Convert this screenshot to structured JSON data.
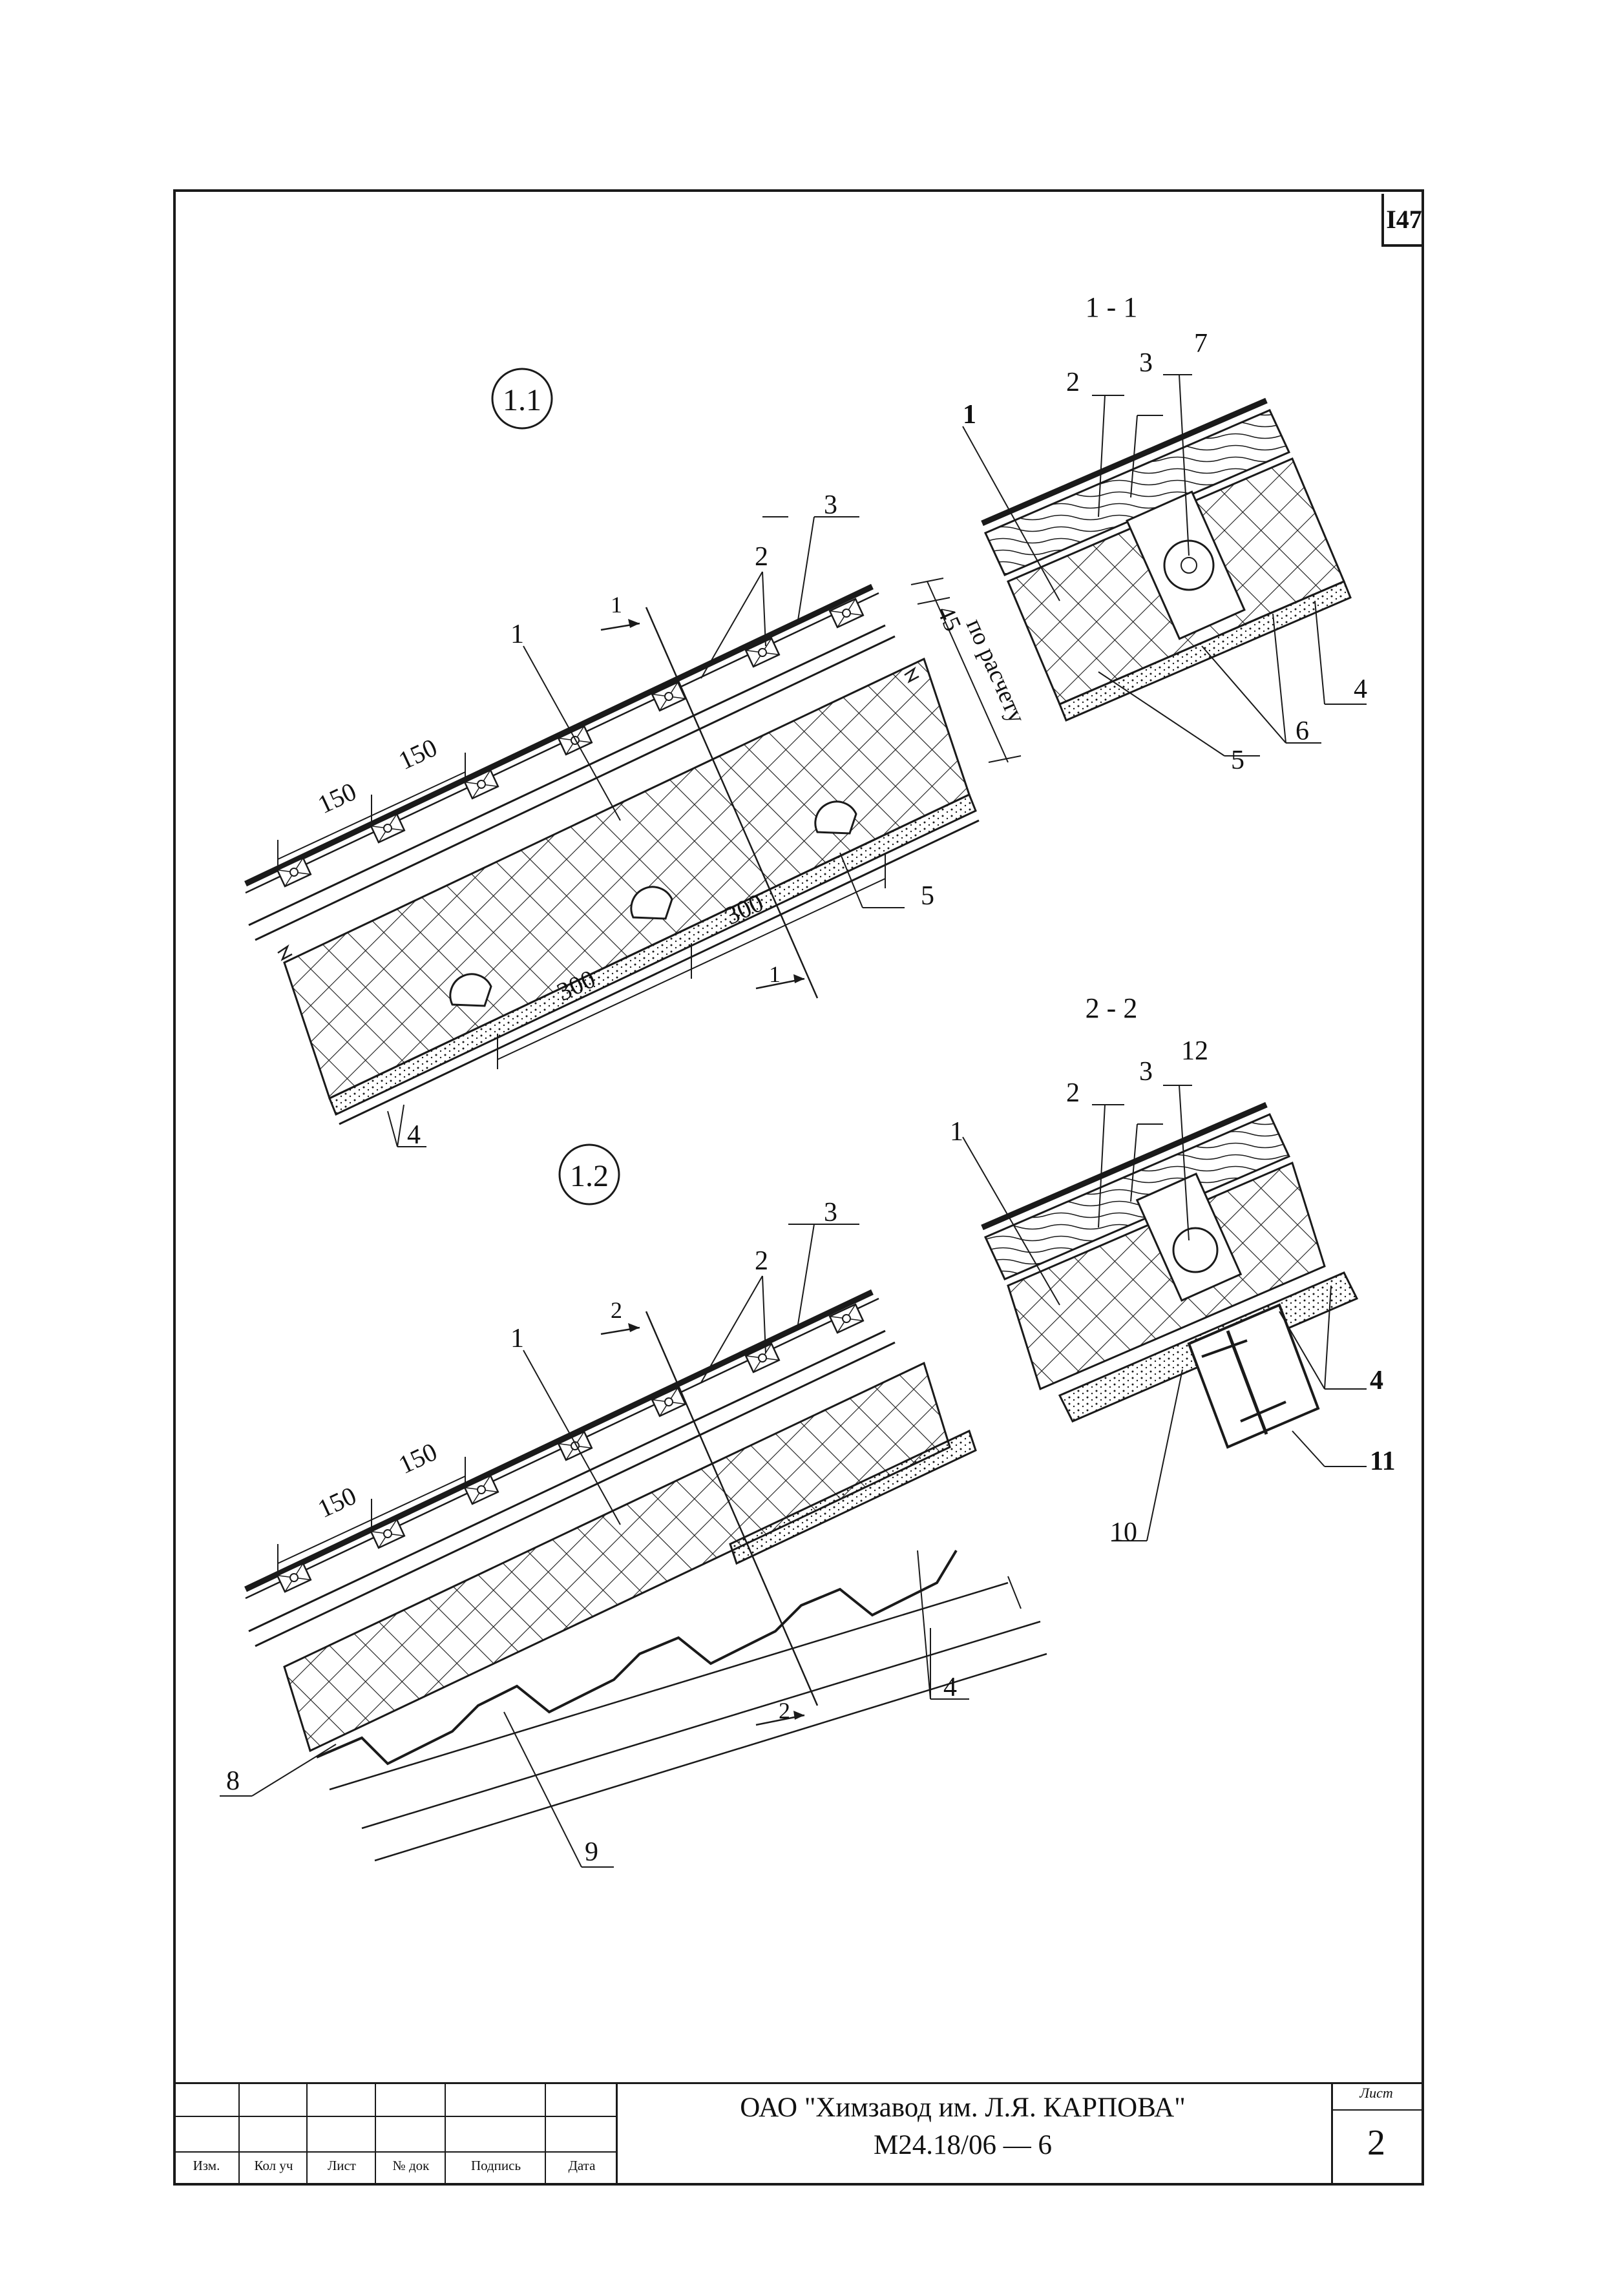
{
  "sheet_corner_number": "I47",
  "details": {
    "d11": {
      "label": "1.1"
    },
    "d12": {
      "label": "1.2"
    }
  },
  "sections": {
    "s11": {
      "title": "1 - 1"
    },
    "s22": {
      "title": "2 - 2"
    }
  },
  "dimensions": {
    "d150": "150",
    "d300": "300",
    "d45": "45",
    "by_calc": "по расчету"
  },
  "callouts": {
    "c1": "1",
    "c2": "2",
    "c3": "3",
    "c4": "4",
    "c5": "5",
    "c6": "6",
    "c7": "7",
    "c8": "8",
    "c9": "9",
    "c10": "10",
    "c11": "11",
    "c12": "12"
  },
  "cut_marks": {
    "m1": "1",
    "m2": "2"
  },
  "title_block": {
    "columns": [
      "Изм.",
      "Кол уч",
      "Лист",
      "№ док",
      "Подпись",
      "Дата"
    ],
    "organization": "ОАО \"Химзавод им. Л.Я. КАРПОВА\"",
    "document_code": "М24.18/06 — 6",
    "sheet_label": "Лист",
    "sheet_number": "2"
  },
  "colors": {
    "ink": "#1a1a1a",
    "paper": "#ffffff"
  }
}
